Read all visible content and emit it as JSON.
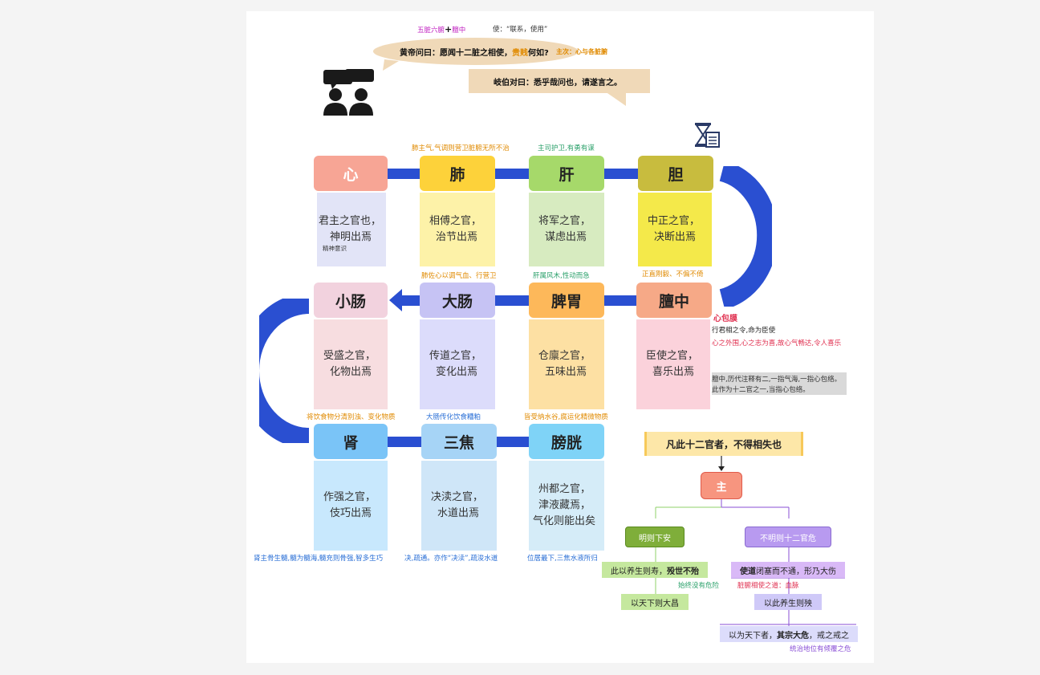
{
  "header": {
    "note1_a": "五脏六腑",
    "note1_plus": "+",
    "note1_b": "膻中",
    "note2": "使：“联系，使用”",
    "q_pre": "黄帝问曰：愿闻十二脏之相使，",
    "q_hi": "贵贱",
    "q_post": "何如?",
    "q_note": "主次：心与各脏腑",
    "answer": "岐伯对曰：悉乎哉问也，请遂言之。"
  },
  "colors": {
    "connector": "#2a4fd1",
    "orange": "#e08a00",
    "green": "#2aa06a",
    "purple": "#8a4fd6",
    "blue": "#2a6fd6",
    "red": "#e03050"
  },
  "organs": [
    {
      "name": "心",
      "line1": "君主之官也，",
      "line2": "神明出焉",
      "extra": "精神意识"
    },
    {
      "name": "肺",
      "line1": "相傅之官，",
      "line2": "治节出焉"
    },
    {
      "name": "肝",
      "line1": "将军之官，",
      "line2": "谋虑出焉"
    },
    {
      "name": "胆",
      "line1": "中正之官，",
      "line2": "决断出焉"
    },
    {
      "name": "膻中",
      "line1": "臣使之官，",
      "line2": "喜乐出焉"
    },
    {
      "name": "脾胃",
      "line1": "仓廪之官，",
      "line2": "五味出焉"
    },
    {
      "name": "大肠",
      "line1": "传道之官，",
      "line2": "变化出焉"
    },
    {
      "name": "小肠",
      "line1": "受盛之官，",
      "line2": "化物出焉"
    },
    {
      "name": "肾",
      "line1": "作强之官，",
      "line2": "伎巧出焉"
    },
    {
      "name": "三焦",
      "line1": "决渎之官，",
      "line2": "水道出焉"
    },
    {
      "name": "膀胱",
      "line1": "州都之官，",
      "line2": "津液藏焉，",
      "line3": "气化则能出矣"
    }
  ],
  "notes": {
    "fei_top": "肺主气,气调则营卫脏腑无所不治",
    "gan_top": "主司护卫,有勇有谋",
    "fei_bottom": "肺佐心以调气血、行营卫",
    "gan_bottom": "肝属风木,性动而急",
    "dan_bottom": "正直刚毅、不偏不倚",
    "xinbao_title": "心包膜",
    "xinbao_1": "行君相之令,命为臣使",
    "xinbao_2": "心之外围,心之志为喜,故心气畅达,令人喜乐",
    "xinbao_3": "膻中,历代注释有二,一指气海,一指心包络。",
    "xinbao_4": "此作为十二官之一,当指心包络。",
    "xiaochang_bottom": "将饮食物分清别浊、变化物质",
    "dachang_bottom": "大肠传化饮食糟粕",
    "piwei_bottom": "皆受纳水谷,腐运化精微物质",
    "shen_bottom": "肾主骨生髓,髓为髓海,髓充则骨强,智多生巧",
    "sanjiao_bottom": "决,疏通。亦作“决渎”,疏浚水道",
    "pangguang_bottom": "位居最下,三焦水液所归"
  },
  "tree": {
    "summary": "凡此十二官者，不得相失也",
    "root": "主",
    "left": "明则下安",
    "right": "不明则十二官危",
    "l1_pre": "此以养生则寿，",
    "l1_bold": "殁世不殆",
    "l1_note": "始终没有危险",
    "l2": "以天下则大昌",
    "r1_bold": "使道",
    "r1_post": "闭塞而不通，形乃大伤",
    "r1_note": "脏腑相使之道：血脉",
    "r2": "以此养生则殃",
    "r3_pre": "以为天下者，",
    "r3_bold": "其宗大危",
    "r3_post": "，戒之戒之",
    "r3_note": "统治地位有倾覆之危"
  }
}
